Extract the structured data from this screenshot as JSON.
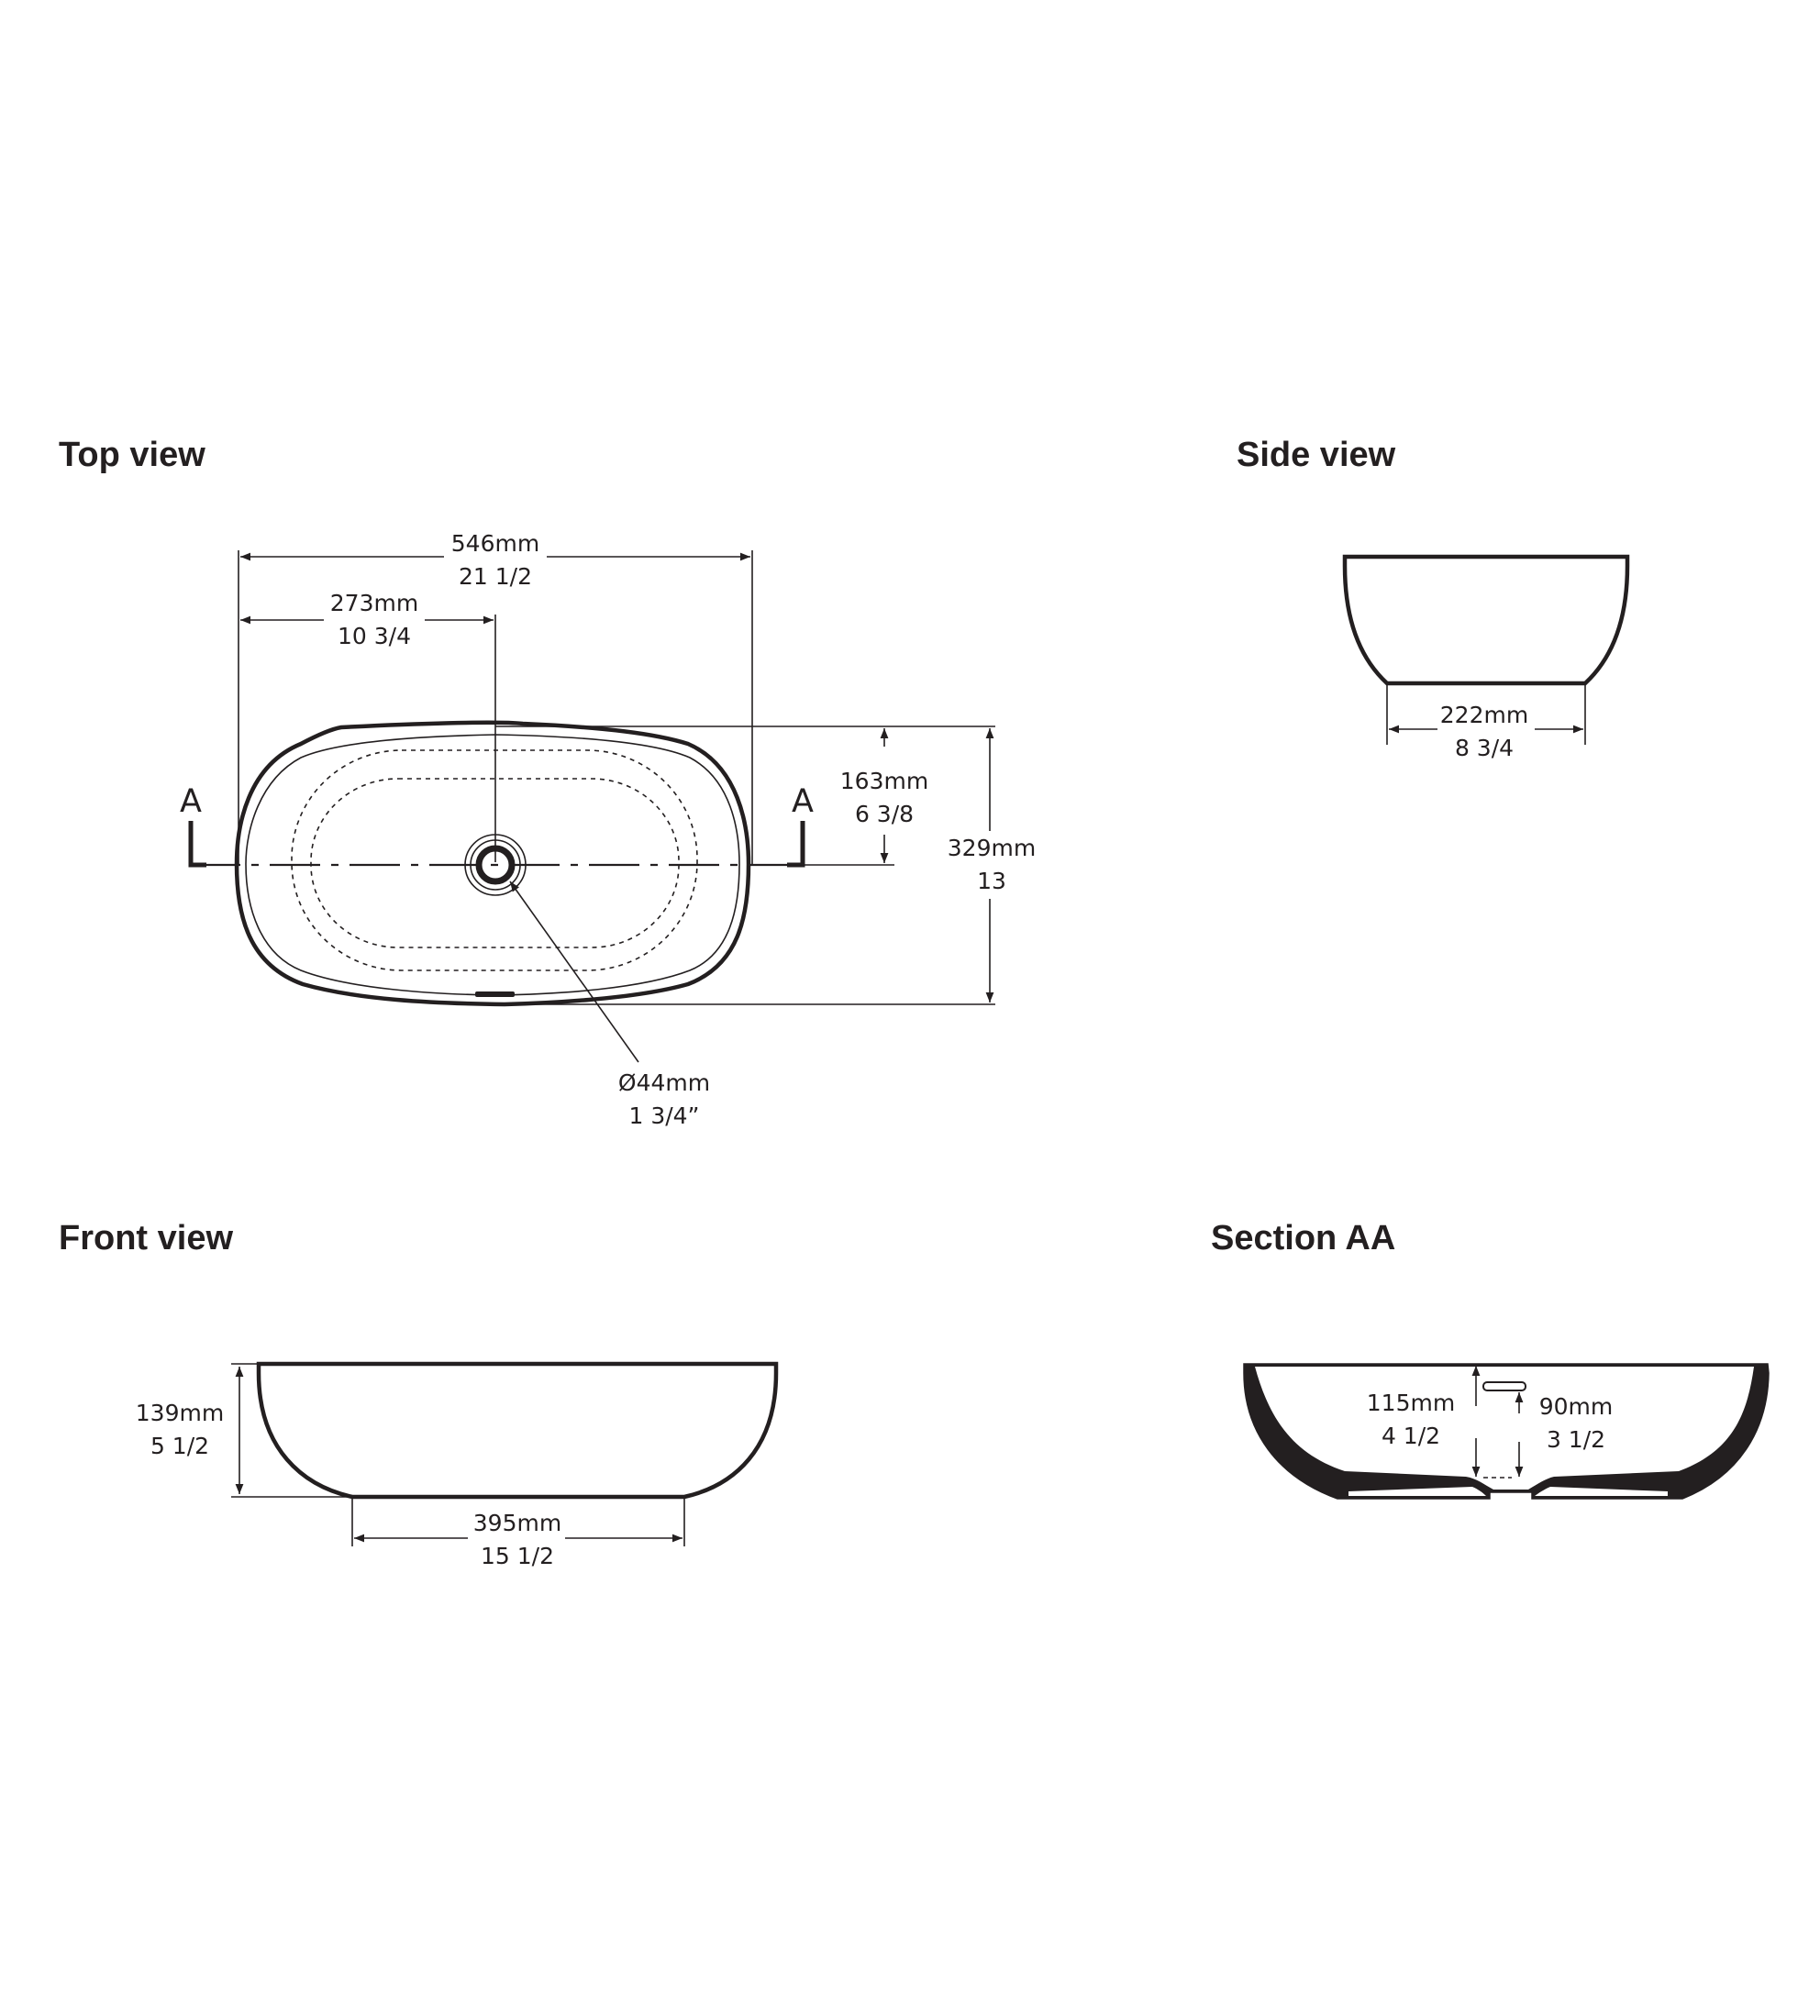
{
  "headings": {
    "top_view": "Top view",
    "side_view": "Side view",
    "front_view": "Front view",
    "section_aa": "Section AA"
  },
  "top_view": {
    "width": {
      "mm": "546mm",
      "inch": "21 1/2"
    },
    "half_width": {
      "mm": "273mm",
      "inch": "10 3/4"
    },
    "half_depth": {
      "mm": "163mm",
      "inch": "6 3/8"
    },
    "depth": {
      "mm": "329mm",
      "inch": "13"
    },
    "drain": {
      "mm": "Ø44mm",
      "inch": "1 3/4”"
    },
    "section_marker_left": "A",
    "section_marker_right": "A"
  },
  "side_view": {
    "base_width": {
      "mm": "222mm",
      "inch": "8 3/4"
    }
  },
  "front_view": {
    "height": {
      "mm": "139mm",
      "inch": "5 1/2"
    },
    "base_width": {
      "mm": "395mm",
      "inch": "15 1/2"
    }
  },
  "section_aa": {
    "inner_depth": {
      "mm": "115mm",
      "inch": "4 1/2"
    },
    "overflow_height": {
      "mm": "90mm",
      "inch": "3 1/2"
    }
  },
  "colors": {
    "ink": "#231f20",
    "background": "#ffffff"
  }
}
